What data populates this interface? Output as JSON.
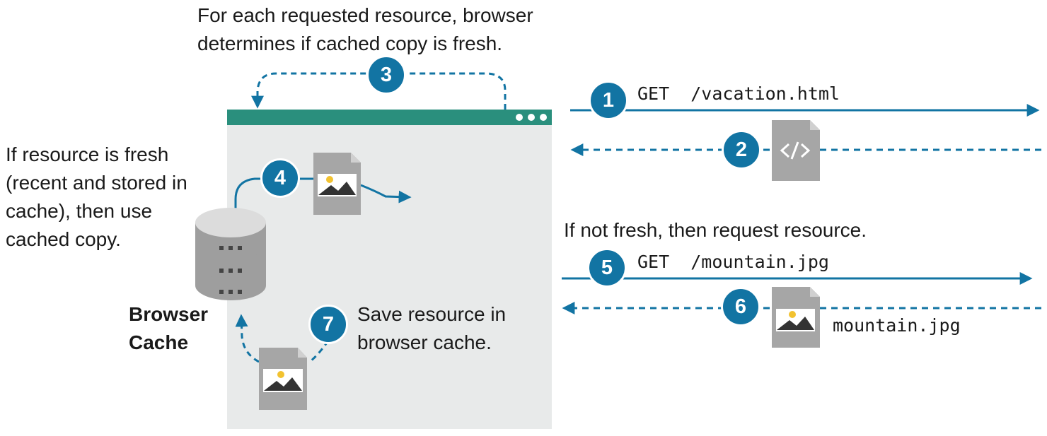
{
  "captions": {
    "top": "For each requested resource, browser determines if cached copy is fresh.",
    "fresh": "If resource is fresh (recent and stored in cache), then use cached copy.",
    "not_fresh": "If not fresh, then request resource.",
    "save": "Save resource in browser cache.",
    "cache_label": "Browser Cache"
  },
  "requests": {
    "req1": "GET  /vacation.html",
    "req5": "GET  /mountain.jpg",
    "file6": "mountain.jpg"
  },
  "steps": [
    "1",
    "2",
    "3",
    "4",
    "5",
    "6",
    "7"
  ],
  "icons": {
    "browser": "browser-window-icon",
    "cache": "database-stack-icon",
    "html_file": "code-file-icon",
    "image_file": "image-file-icon"
  },
  "colors": {
    "accent": "#1274a3",
    "browser_bar": "#2a8f7d",
    "browser_body": "#e8eaea",
    "file": "#a6a6a6"
  }
}
